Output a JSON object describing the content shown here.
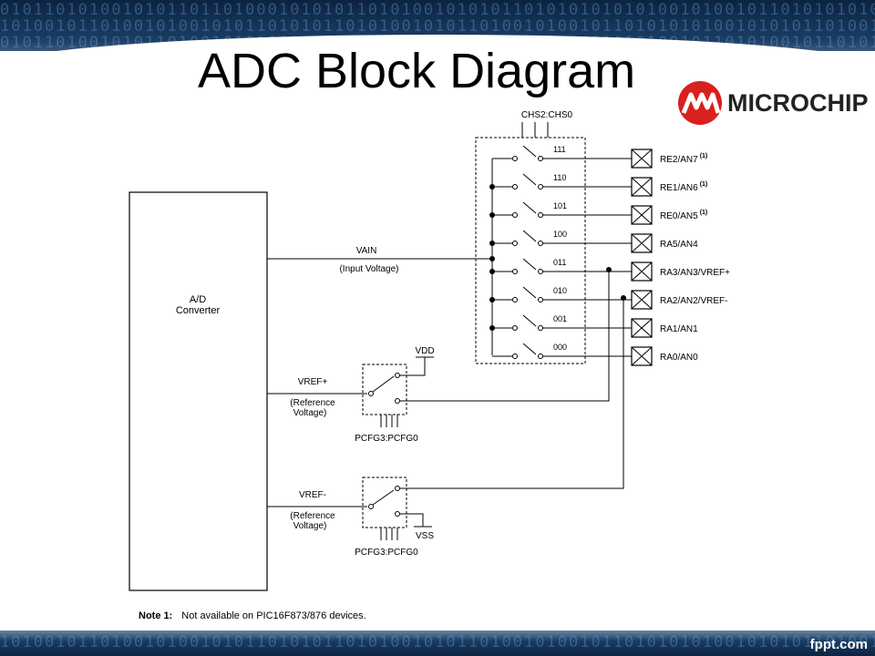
{
  "title": "ADC Block Diagram",
  "logo": {
    "text": "MICROCHIP",
    "color": "#d8201f"
  },
  "watermark": "fppt.com",
  "converter": {
    "line1": "A/D",
    "line2": "Converter"
  },
  "vain": {
    "label": "VAIN",
    "sub": "(Input Voltage)"
  },
  "mux": {
    "select_label": "CHS2:CHS0",
    "codes": [
      "111",
      "110",
      "101",
      "100",
      "011",
      "010",
      "001",
      "000"
    ],
    "pins": [
      "RE2/AN7",
      "RE1/AN6",
      "RE0/AN5",
      "RA5/AN4",
      "RA3/AN3/VREF+",
      "RA2/AN2/VREF-",
      "RA1/AN1",
      "RA0/AN0"
    ],
    "footnote_marks": [
      "(1)",
      "(1)",
      "(1)",
      "",
      "",
      "",
      "",
      ""
    ]
  },
  "vref_plus": {
    "label": "VREF+",
    "sub1": "(Reference",
    "sub2": "Voltage)",
    "supply": "VDD",
    "select": "PCFG3:PCFG0"
  },
  "vref_minus": {
    "label": "VREF-",
    "sub1": "(Reference",
    "sub2": "Voltage)",
    "supply": "VSS",
    "select": "PCFG3:PCFG0"
  },
  "note": {
    "label": "Note 1:",
    "text": "Not available on PIC16F873/876 devices."
  }
}
